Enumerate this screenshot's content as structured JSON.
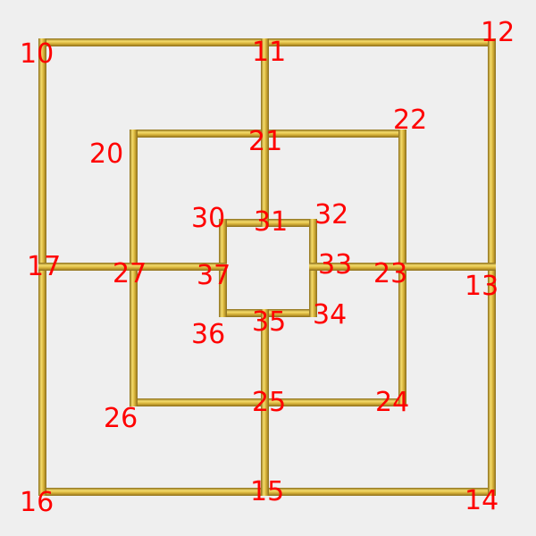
{
  "board": {
    "line_color": "#d4af37",
    "line_highlight": "#f5dc6b",
    "line_shadow": "#8a6d1a",
    "label_color": "#ff0000"
  },
  "points": {
    "p10": "10",
    "p11": "11",
    "p12": "12",
    "p13": "13",
    "p14": "14",
    "p15": "15",
    "p16": "16",
    "p17": "17",
    "p20": "20",
    "p21": "21",
    "p22": "22",
    "p23": "23",
    "p24": "24",
    "p25": "25",
    "p26": "26",
    "p27": "27",
    "p30": "30",
    "p31": "31",
    "p32": "32",
    "p33": "33",
    "p34": "34",
    "p35": "35",
    "p36": "36",
    "p37": "37"
  }
}
